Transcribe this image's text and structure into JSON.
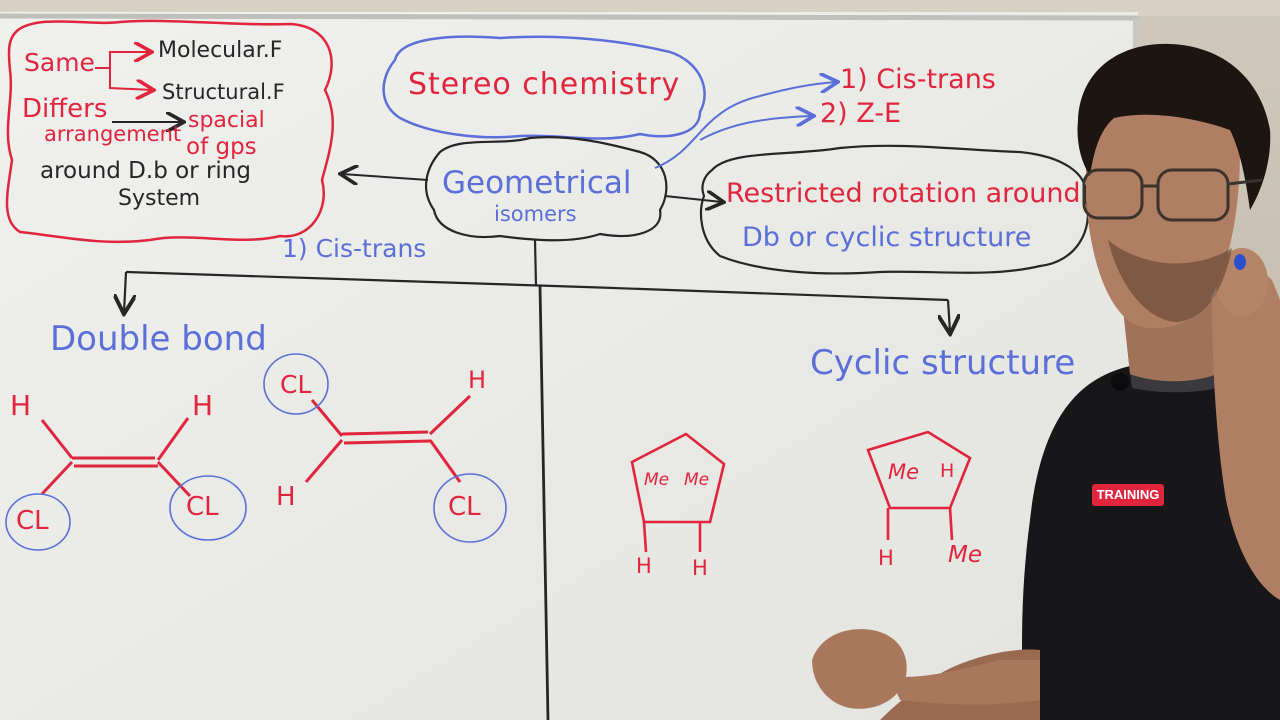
{
  "board": {
    "title": "Stereo chemistry",
    "center_bubble": {
      "line1": "Geometrical",
      "line2": "isomers"
    },
    "left_bubble": {
      "same": "Same",
      "molecular": "Molecular.F",
      "structural": "Structural.F",
      "differs": "Differs",
      "arrangement": "arrangement",
      "spacial": "spacial",
      "of_gps": "of gps",
      "around": "around D.b or ring",
      "system": "System"
    },
    "right_bubble": {
      "line1": "Restricted rotation around",
      "line2": "Db or cyclic structure"
    },
    "types": {
      "t1": "1) Cis-trans",
      "t2": "2) Z-E"
    },
    "cis_trans_label": "1) Cis-trans",
    "double_bond": "Double bond",
    "cyclic_structure": "Cyclic structure",
    "mol1": {
      "h_left": "H",
      "h_right": "H",
      "cl_left": "CL",
      "cl_right": "CL"
    },
    "mol2": {
      "cl_top": "CL",
      "h_top": "H",
      "h_bottom": "H",
      "cl_bottom": "CL"
    },
    "ring1": {
      "me_left": "Me",
      "me_right": "Me",
      "h_left": "H",
      "h_right": "H"
    },
    "ring2": {
      "me_top": "Me",
      "h_top": "H",
      "h_bottom": "H",
      "me_bottom": "Me"
    }
  },
  "shirt_badge": "TRAINING",
  "colors": {
    "red_marker": "#e0253d",
    "blue_marker": "#5b6fd8",
    "black_marker": "#262626",
    "board": "#e9e9e6"
  }
}
